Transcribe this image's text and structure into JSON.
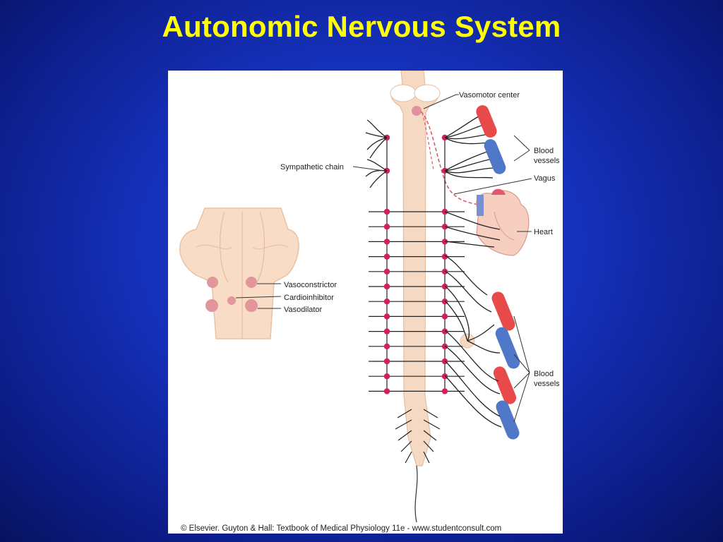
{
  "slide": {
    "title": "Autonomic Nervous System"
  },
  "figure": {
    "labels": {
      "vasomotor_center": "Vasomotor center",
      "blood_vessels_top_1": "Blood",
      "blood_vessels_top_2": "vessels",
      "sympathetic_chain": "Sympathetic chain",
      "vagus": "Vagus",
      "heart": "Heart",
      "vasoconstrictor": "Vasoconstrictor",
      "cardioinhibitor": "Cardioinhibitor",
      "vasodilator": "Vasodilator",
      "blood_vessels_bottom_1": "Blood",
      "blood_vessels_bottom_2": "vessels"
    },
    "credit": "© Elsevier. Guyton & Hall: Textbook of Medical Physiology 11e - www.studentconsult.com"
  },
  "colors": {
    "title": "#ffff00",
    "background": "#1530b8",
    "cord": "#f6d9c3",
    "ganglion": "#d2215a",
    "artery": "#e84a4a",
    "vein": "#4f78c8"
  }
}
